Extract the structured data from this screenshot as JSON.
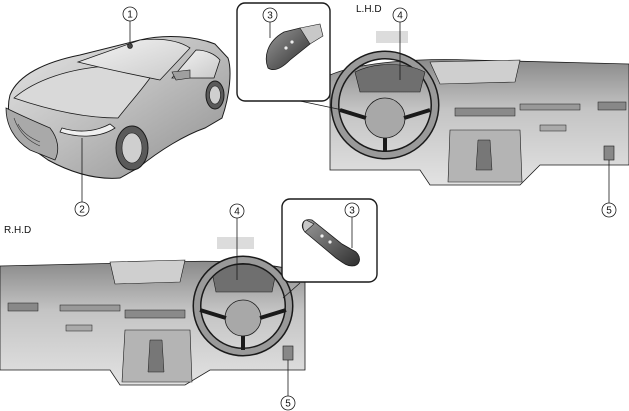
{
  "labels": {
    "lhd": "L.H.D",
    "rhd": "R.H.D"
  },
  "callouts": {
    "c1": "1",
    "c2": "2",
    "c3_lhd": "3",
    "c4_lhd": "4",
    "c5_lhd": "5",
    "c3_rhd": "3",
    "c4_rhd": "4",
    "c5_rhd": "5"
  },
  "colors": {
    "line": "#1a1a1a",
    "body_gray": "#b9b9b9",
    "dash_gray": "#bdbdbd",
    "dark_gray": "#6d6d6d",
    "highlight_box": "#dcdcdc"
  }
}
